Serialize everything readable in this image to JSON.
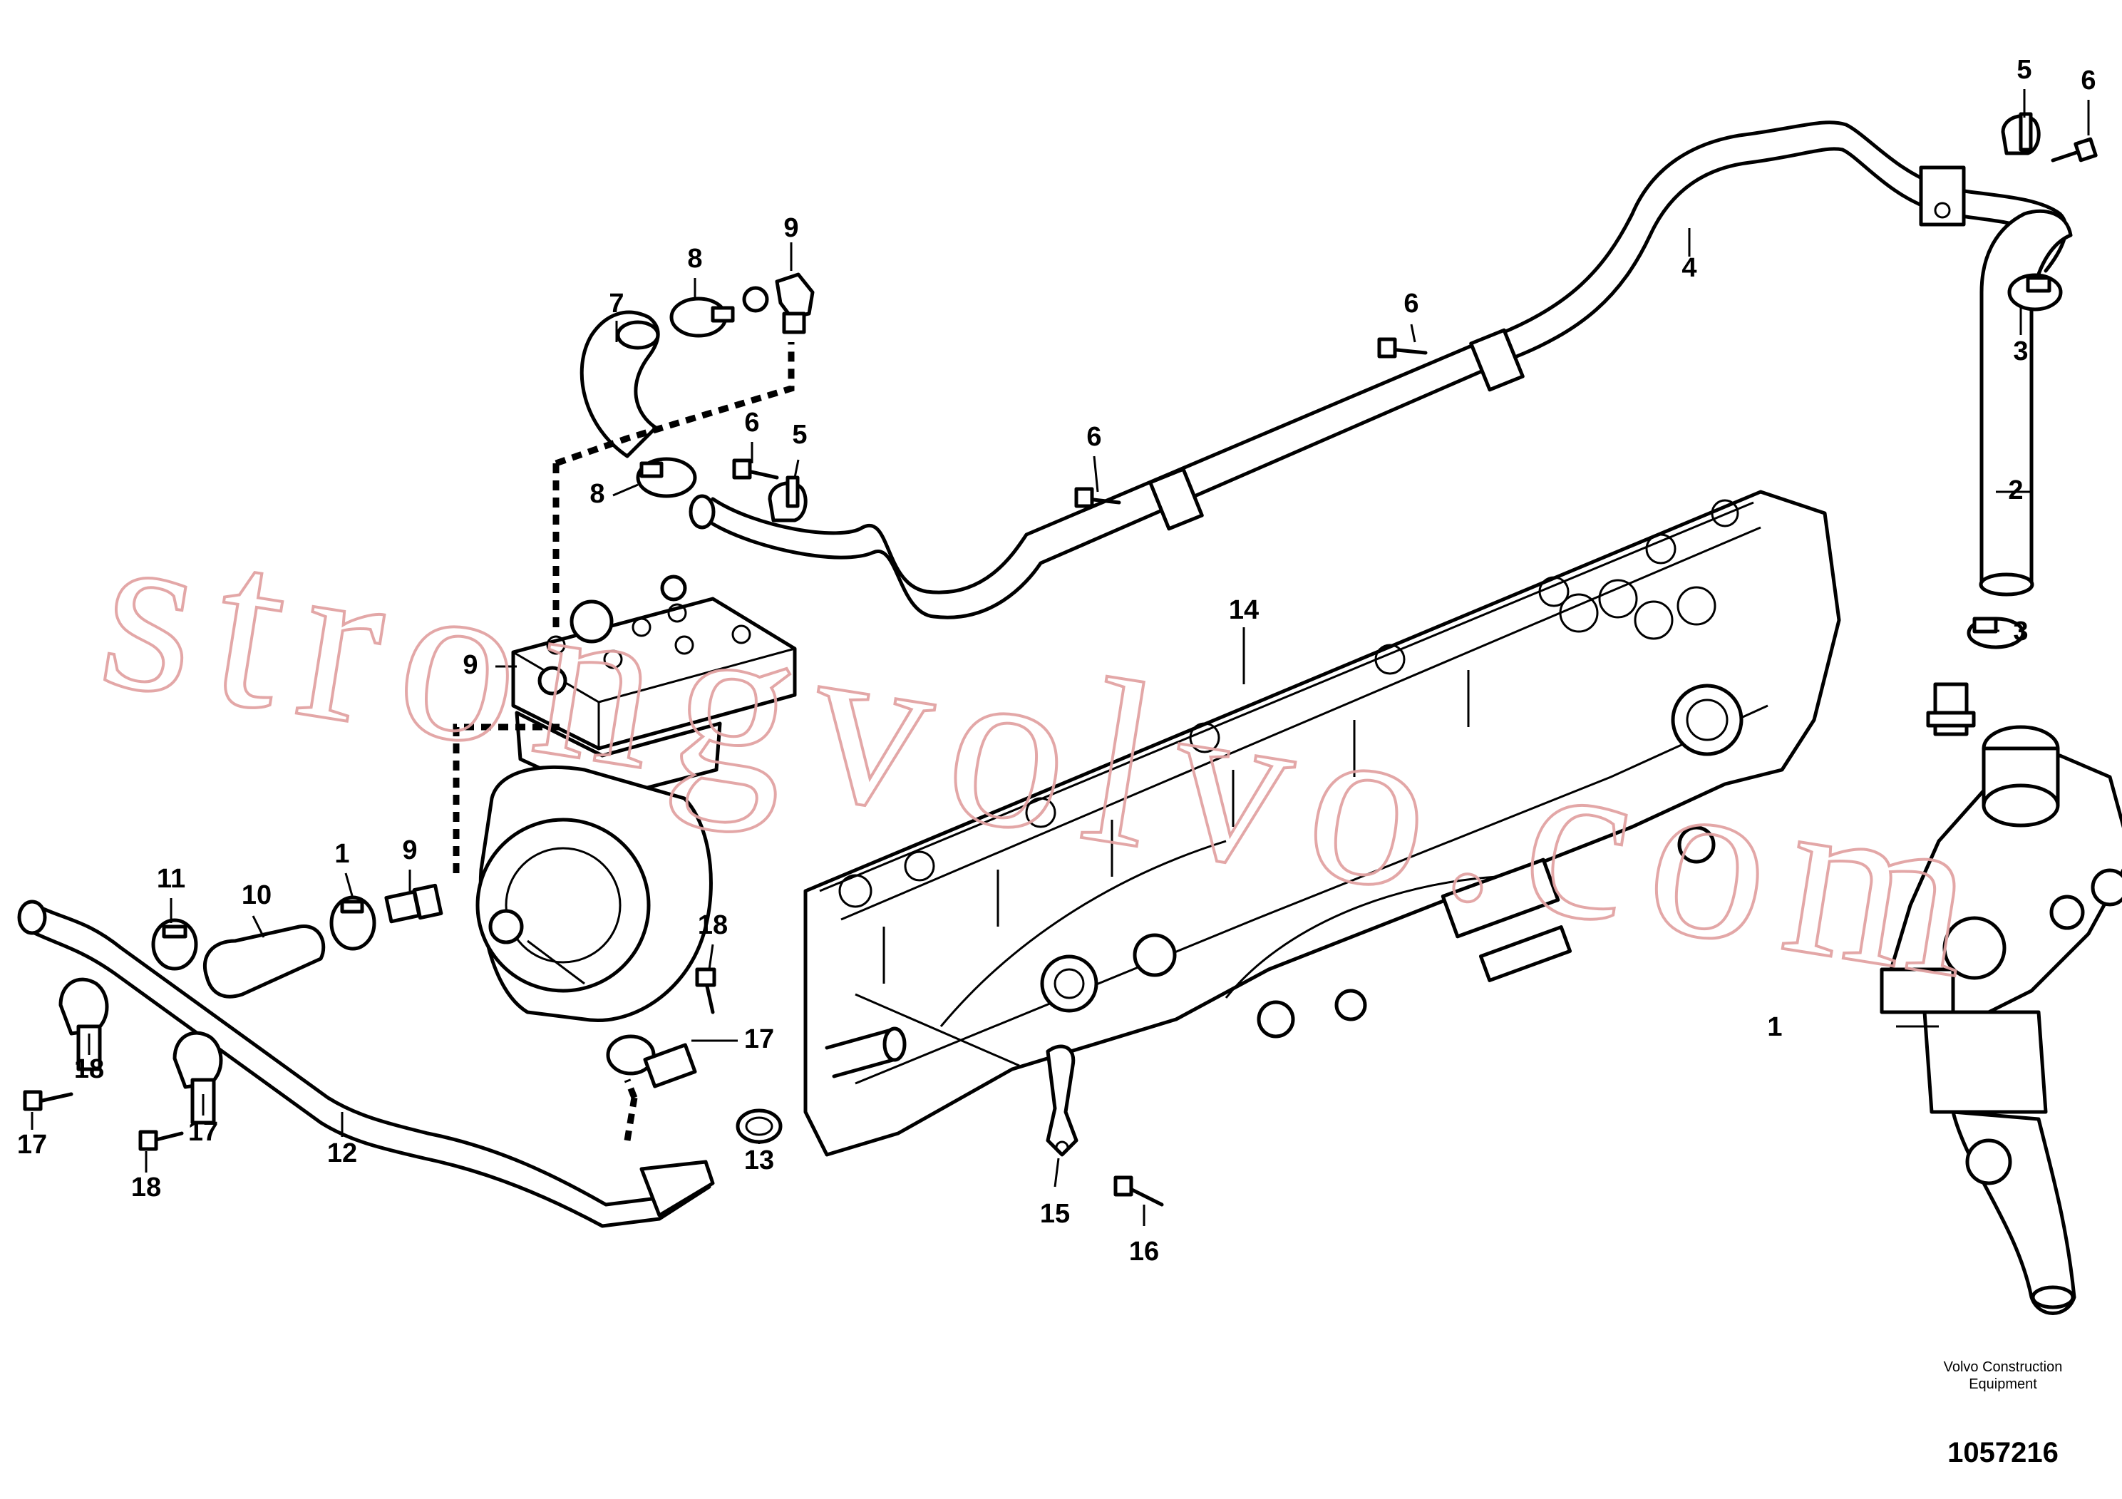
{
  "watermark": "strongvolvo.com",
  "brand_line1": "Volvo Construction",
  "brand_line2": "Equipment",
  "drawing_number": "1057216",
  "callouts": [
    {
      "id": "c5a",
      "label": "5"
    },
    {
      "id": "c6a",
      "label": "6"
    },
    {
      "id": "c4",
      "label": "4"
    },
    {
      "id": "c3a",
      "label": "3"
    },
    {
      "id": "c2",
      "label": "2"
    },
    {
      "id": "c3b",
      "label": "3"
    },
    {
      "id": "c1",
      "label": "1"
    },
    {
      "id": "c9a",
      "label": "9"
    },
    {
      "id": "c8a",
      "label": "8"
    },
    {
      "id": "c7",
      "label": "7"
    },
    {
      "id": "c6b",
      "label": "6"
    },
    {
      "id": "c5b",
      "label": "5"
    },
    {
      "id": "c8b",
      "label": "8"
    },
    {
      "id": "c6c",
      "label": "6"
    },
    {
      "id": "c6d",
      "label": "6"
    },
    {
      "id": "c14",
      "label": "14"
    },
    {
      "id": "c9b",
      "label": "9"
    },
    {
      "id": "c11",
      "label": "11"
    },
    {
      "id": "c10",
      "label": "10"
    },
    {
      "id": "c1b",
      "label": "1"
    },
    {
      "id": "c9c",
      "label": "9"
    },
    {
      "id": "c18a",
      "label": "18"
    },
    {
      "id": "c17a",
      "label": "17"
    },
    {
      "id": "c18b",
      "label": "18"
    },
    {
      "id": "c17b",
      "label": "17"
    },
    {
      "id": "c18c",
      "label": "18"
    },
    {
      "id": "c17c",
      "label": "17"
    },
    {
      "id": "c12",
      "label": "12"
    },
    {
      "id": "c13",
      "label": "13"
    },
    {
      "id": "c15",
      "label": "15"
    },
    {
      "id": "c16",
      "label": "16"
    }
  ]
}
